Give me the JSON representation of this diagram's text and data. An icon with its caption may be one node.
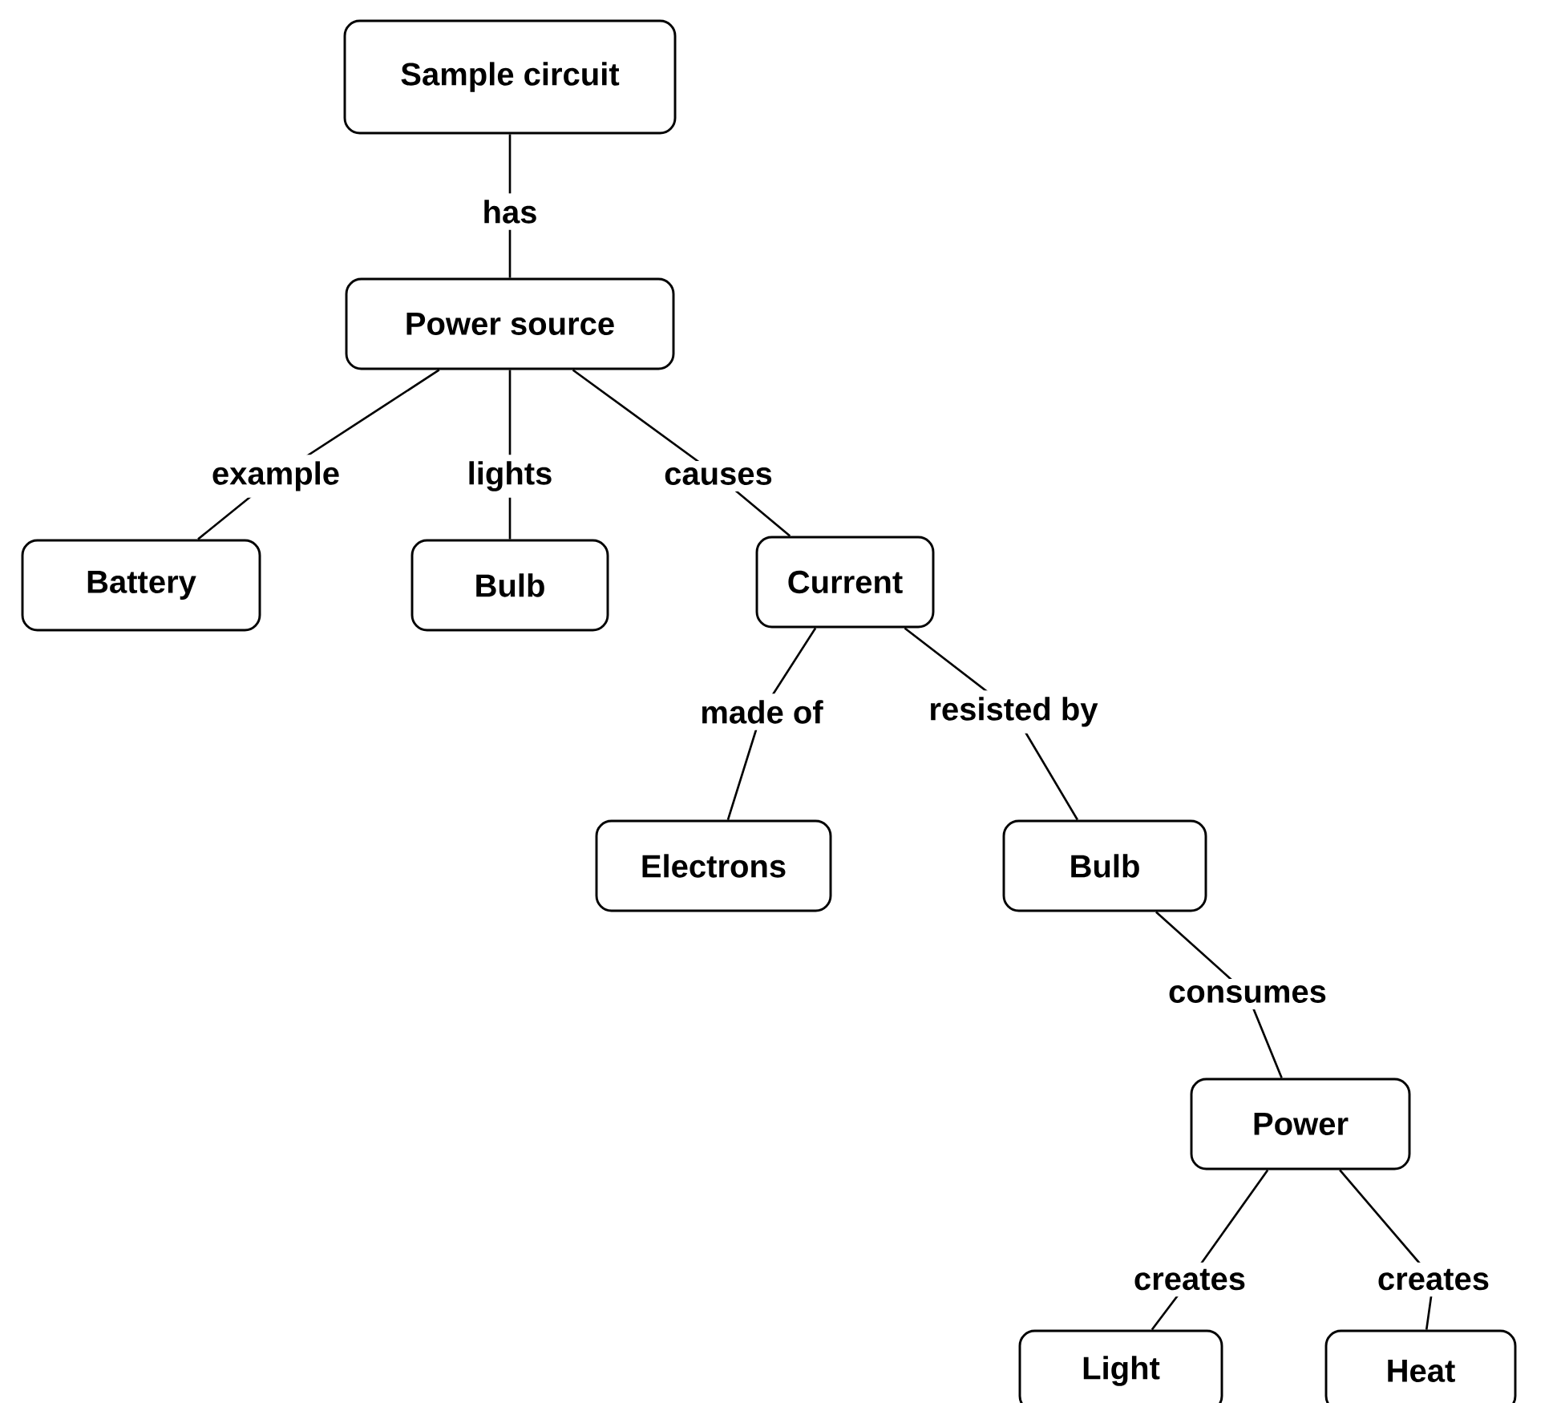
{
  "diagram": {
    "nodes": [
      {
        "text": [
          "Sample circuit"
        ]
      },
      {
        "text": [
          "Power source"
        ]
      },
      {
        "text": [
          "Battery"
        ]
      },
      {
        "text": [
          "Bulb"
        ]
      },
      {
        "text": [
          "Current"
        ]
      },
      {
        "text": [
          "Electrons"
        ]
      },
      {
        "text": [
          "Bulb"
        ]
      },
      {
        "text": [
          "Power"
        ]
      },
      {
        "text": [
          "Light"
        ]
      },
      {
        "text": [
          "Heat"
        ]
      }
    ],
    "edges": [
      {
        "from": 0,
        "to": 1,
        "arrow": "none",
        "label": "has"
      },
      {
        "from": 1,
        "to": 2,
        "arrow": "none",
        "label": "example"
      },
      {
        "from": 1,
        "to": 3,
        "arrow": "none",
        "label": "lights"
      },
      {
        "from": 1,
        "to": 4,
        "arrow": "none",
        "label": "causes"
      },
      {
        "from": 4,
        "to": 5,
        "arrow": "none",
        "label": "made of"
      },
      {
        "from": 4,
        "to": 6,
        "arrow": "none",
        "label": "resisted by"
      },
      {
        "from": 6,
        "to": 7,
        "arrow": "none",
        "label": "consumes"
      },
      {
        "from": 7,
        "to": 8,
        "arrow": "none",
        "label": "creates"
      },
      {
        "from": 7,
        "to": 9,
        "arrow": "none",
        "label": "creates"
      }
    ]
  }
}
